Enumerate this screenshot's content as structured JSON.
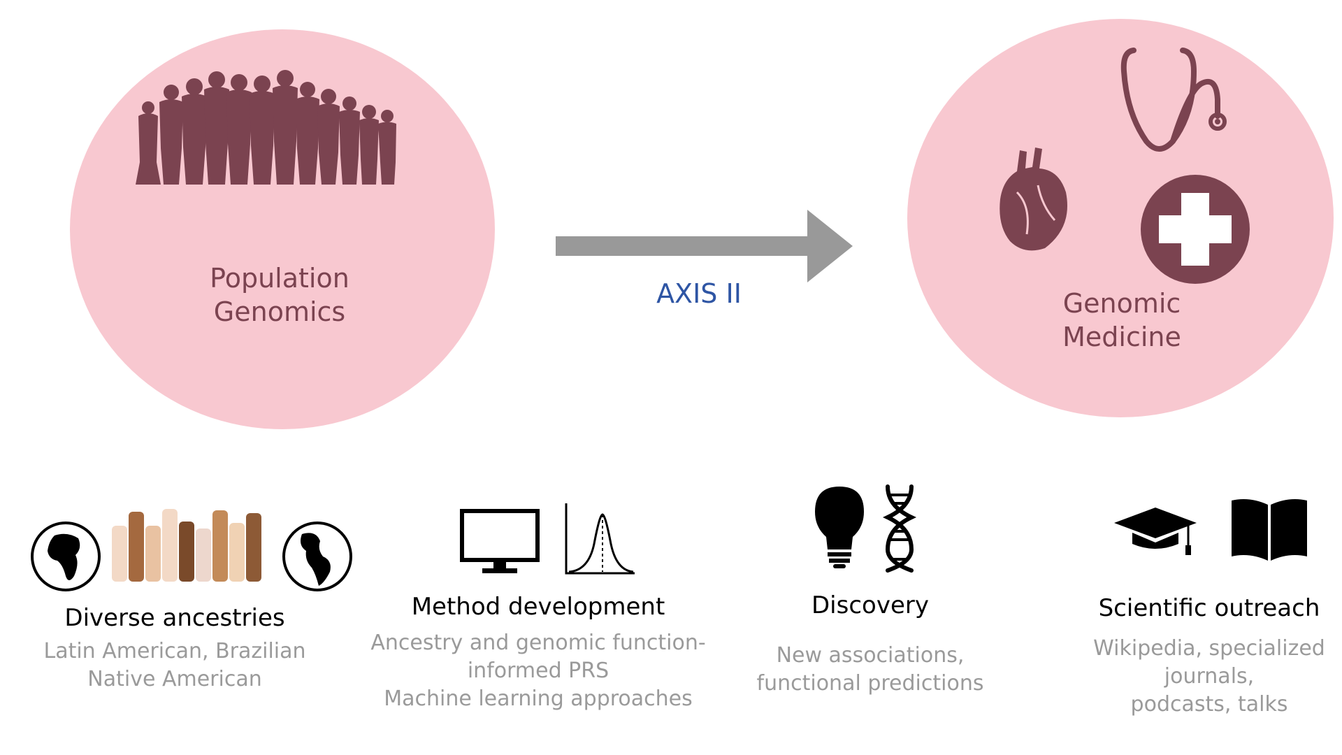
{
  "circles": {
    "left_label": [
      "Population",
      "Genomics"
    ],
    "right_label": [
      "Genomic",
      "Medicine"
    ]
  },
  "arrow": {
    "label": "AXIS II"
  },
  "sections": [
    {
      "title": "Diverse ancestries",
      "lines": [
        "Latin American, Brazilian",
        "Native American"
      ]
    },
    {
      "title": "Method development",
      "lines": [
        "Ancestry and genomic function-",
        "informed PRS",
        "Machine learning approaches"
      ]
    },
    {
      "title": "Discovery",
      "lines": [
        "New associations,",
        "functional predictions"
      ]
    },
    {
      "title": "Scientific outreach",
      "lines": [
        "Wikipedia, specialized",
        "journals,",
        "podcasts, talks"
      ]
    }
  ],
  "icons": [
    "crowd-silhouette-icon",
    "stethoscope-icon",
    "heart-icon",
    "medical-cross-icon",
    "globe-africa-icon",
    "raised-hands-icon",
    "globe-americas-icon",
    "computer-monitor-icon",
    "bell-curve-icon",
    "lightbulb-icon",
    "dna-icon",
    "graduation-cap-icon",
    "open-book-icon"
  ],
  "colors": {
    "circle": "#f8c8d0",
    "icon": "#7b4350",
    "arrow": "#999999",
    "axis_label": "#2e55a4",
    "title": "#000000",
    "body": "#9a9a9a"
  }
}
